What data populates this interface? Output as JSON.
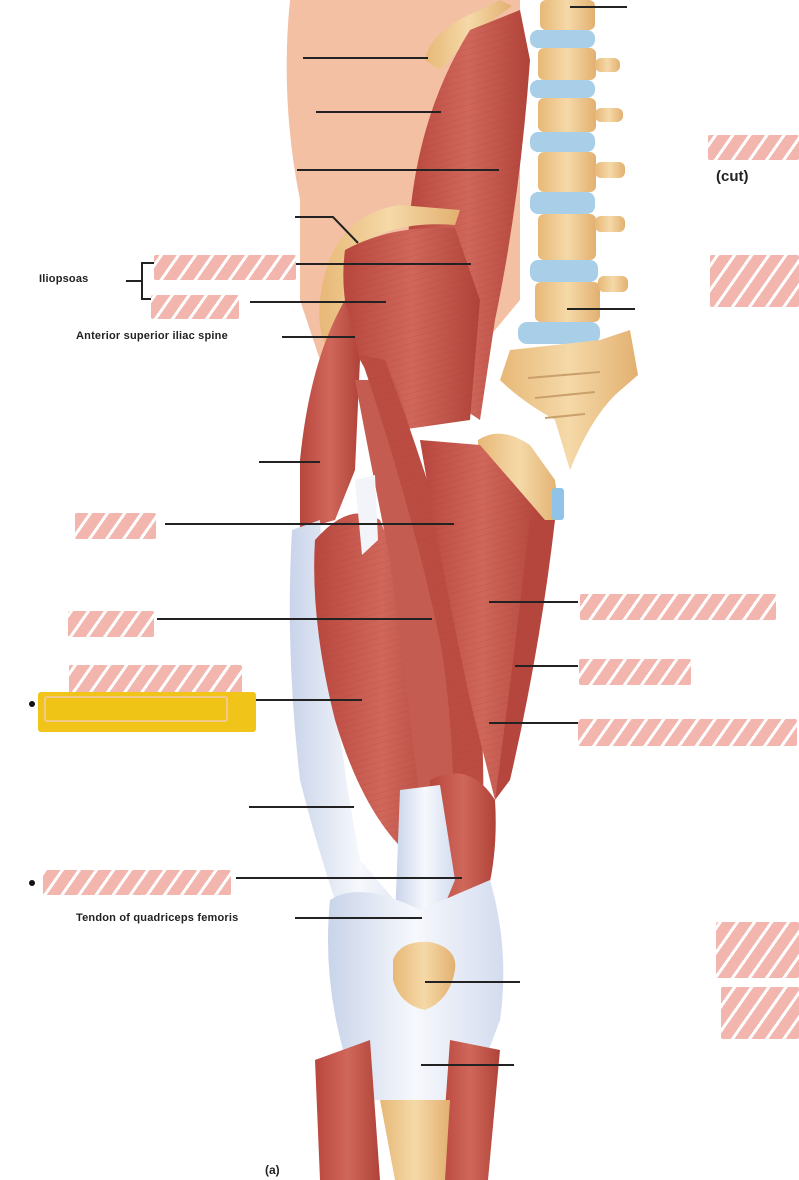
{
  "figure": {
    "panel_label": "(a)",
    "subject": "Anterior view of thigh and hip muscles",
    "colors": {
      "muscle": "#c8564b",
      "muscle_dark": "#a83d35",
      "bone": "#edc78f",
      "disc": "#a9cfe8",
      "tendon": "#e6ecf6",
      "skin": "#f4c2a6",
      "redaction": "#f3b6ae",
      "answer_highlight": "#f0c419",
      "leader_line": "#222222"
    }
  },
  "labels": {
    "iliopsoas": "Iliopsoas",
    "asis": "Anterior superior iliac spine",
    "tendon_quadriceps": "Tendon of quadriceps femoris",
    "cut": "(cut)"
  },
  "redacted_labels": [
    {
      "id": "iliopsoas-upper",
      "side": "left"
    },
    {
      "id": "iliopsoas-lower",
      "side": "left"
    },
    {
      "id": "left-520",
      "side": "left"
    },
    {
      "id": "left-620",
      "side": "left"
    },
    {
      "id": "left-678",
      "side": "left"
    },
    {
      "id": "left-880",
      "side": "left"
    },
    {
      "id": "right-cut",
      "side": "right"
    },
    {
      "id": "right-280",
      "side": "right"
    },
    {
      "id": "right-605",
      "side": "right"
    },
    {
      "id": "right-670",
      "side": "right"
    },
    {
      "id": "right-730",
      "side": "right"
    },
    {
      "id": "right-945",
      "side": "right"
    },
    {
      "id": "right-1010",
      "side": "right"
    }
  ],
  "answer_box": {
    "value": "",
    "state": "highlighted"
  }
}
